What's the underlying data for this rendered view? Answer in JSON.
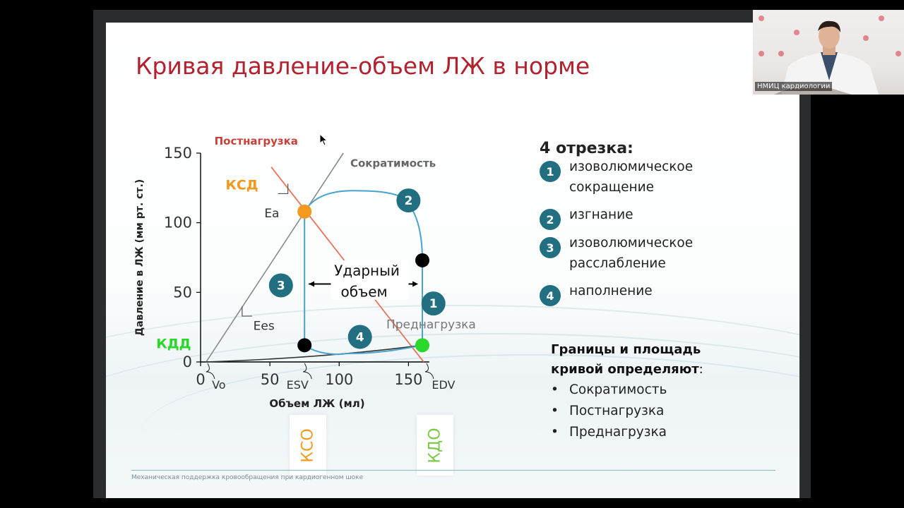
{
  "slide": {
    "title": "Кривая давление-объем ЛЖ в норме",
    "footer": "Механическая поддержка кровообращения при кардиогенном шоке",
    "segments_heading": "4 отрезка:",
    "segments": [
      {
        "num": "1",
        "text_lines": [
          "изоволюмическое",
          "сокращение"
        ]
      },
      {
        "num": "2",
        "text_lines": [
          "изгнание"
        ]
      },
      {
        "num": "3",
        "text_lines": [
          "изоволюмическое",
          "расслабление"
        ]
      },
      {
        "num": "4",
        "text_lines": [
          "наполнение"
        ]
      }
    ],
    "bounds_heading_line1": "Границы и площадь",
    "bounds_heading_line2": "кривой определяют",
    "bounds_heading_colon": ":",
    "bounds": [
      "Сократимость",
      "Постнагрузка",
      "Преднагрузка"
    ],
    "kso_label": "КСО",
    "kdo_label": "КДО"
  },
  "chart_data": {
    "type": "line",
    "xlabel": "Объем ЛЖ (мл)",
    "ylabel": "Давление в ЛЖ (мм рт. ст.)",
    "xlim": [
      0,
      165
    ],
    "ylim": [
      0,
      150
    ],
    "x_ticks": [
      "0",
      "50",
      "100",
      "150"
    ],
    "y_ticks": [
      "0",
      "50",
      "100",
      "150"
    ],
    "x_markers": [
      "Vo",
      "ESV",
      "EDV"
    ],
    "loop_points": [
      {
        "x": 160,
        "y": 12
      },
      {
        "x": 160,
        "y": 73
      },
      {
        "x": 146,
        "y": 118
      },
      {
        "x": 110,
        "y": 123
      },
      {
        "x": 75,
        "y": 108
      },
      {
        "x": 75,
        "y": 12
      },
      {
        "x": 105,
        "y": 6
      },
      {
        "x": 160,
        "y": 12
      }
    ],
    "points": [
      {
        "label": "КСД",
        "x": 75,
        "y": 108,
        "color": "#f39a1e"
      },
      {
        "label": "КДД",
        "x": 160,
        "y": 12,
        "color": "#2ad82a"
      },
      {
        "label": "",
        "x": 160,
        "y": 73,
        "color": "#000000"
      },
      {
        "label": "",
        "x": 75,
        "y": 12,
        "color": "#000000"
      }
    ],
    "annotations": {
      "postload": "Постнагрузка",
      "contractility": "Сократимость",
      "preload": "Преднагрузка",
      "ea": "Ea",
      "ees": "Ees",
      "ksd": "КСД",
      "kdd": "КДД",
      "stroke_volume_line1": "Ударный",
      "stroke_volume_line2": "объем",
      "segment_badges": [
        "1",
        "2",
        "3",
        "4"
      ]
    },
    "colors": {
      "loop": "#4aa3cf",
      "postload_line": "#e8735a",
      "ees_line": "#8a8a8a",
      "badge": "#216f80"
    }
  },
  "webcam": {
    "label": "НМИЦ кардиологии"
  }
}
